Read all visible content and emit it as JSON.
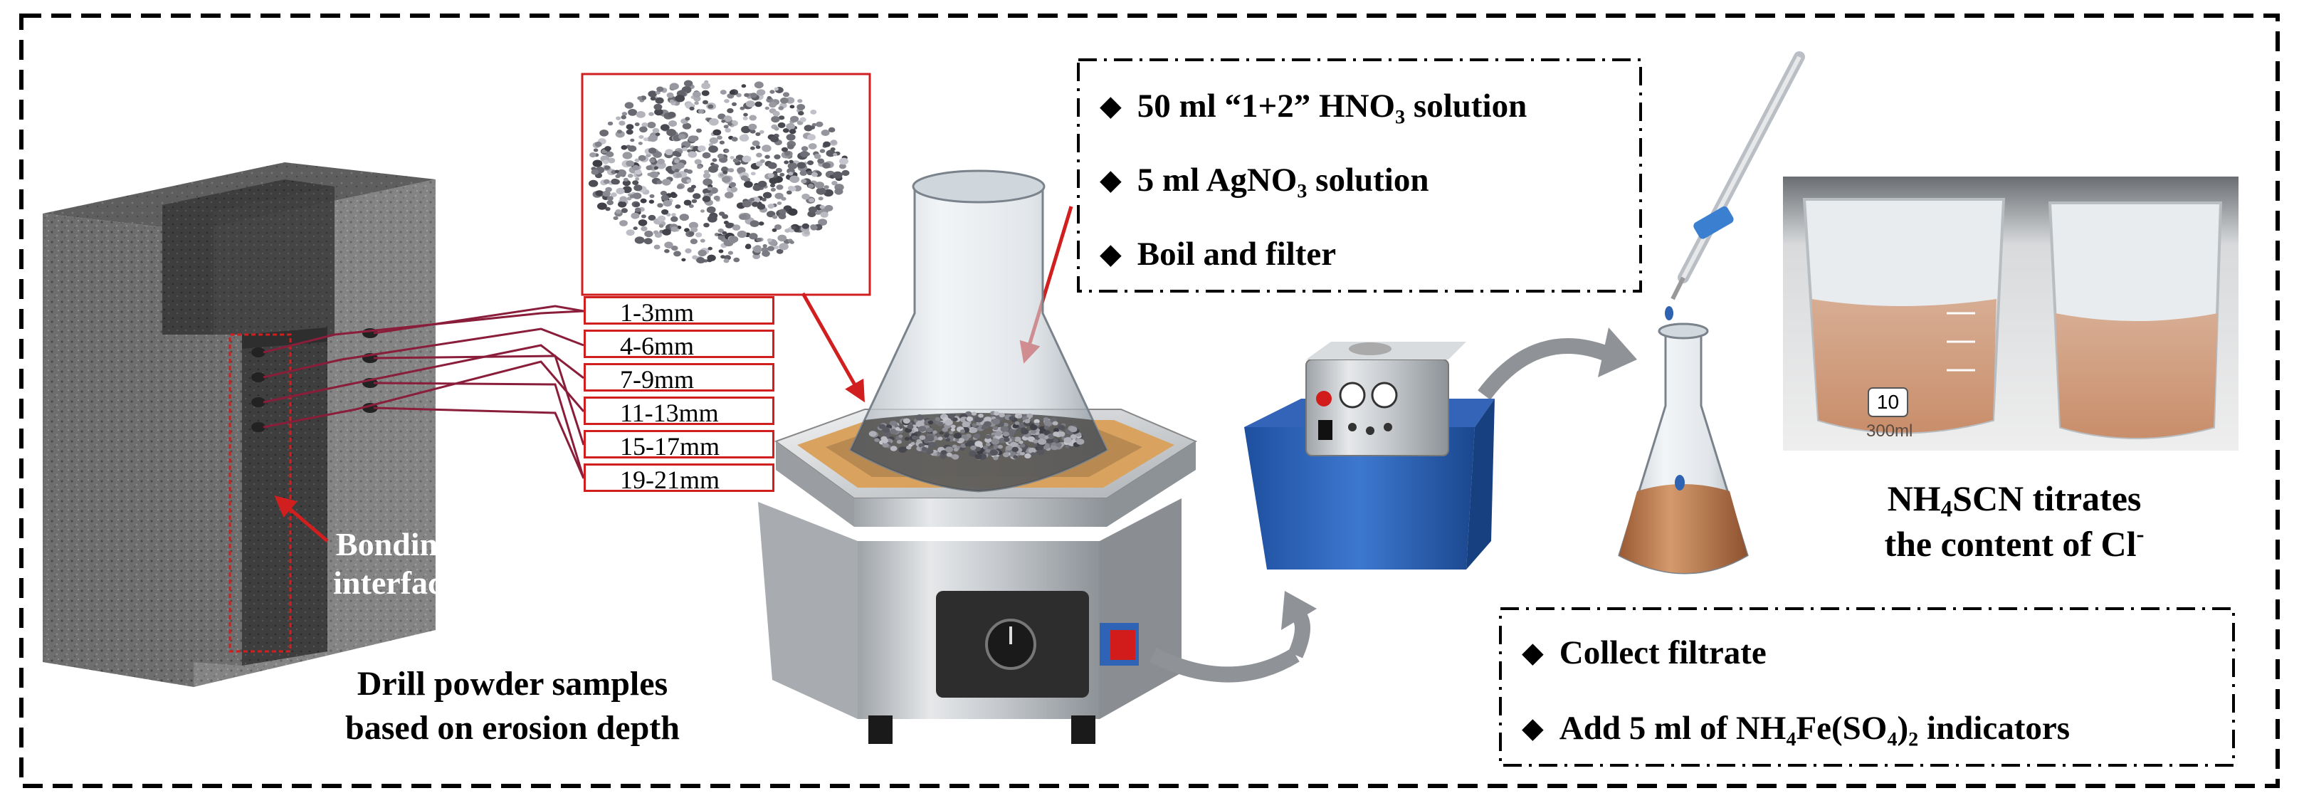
{
  "depth_ranges": [
    "1-3mm",
    "4-6mm",
    "7-9mm",
    "11-13mm",
    "15-17mm",
    "19-21mm"
  ],
  "captions": {
    "interface_line1": "Bonding",
    "interface_line2": "interface",
    "sampling_line1": "Drill powder samples",
    "sampling_line2": "based on erosion depth",
    "titration_line1_suffix": "SCN titrates",
    "titration_line2": "the content of Cl"
  },
  "reagent_steps": {
    "step1": "50 ml “1+2” HNO₃ solution",
    "step2": "5 ml AgNO₃ solution",
    "step3": "Boil and filter"
  },
  "filtrate_steps": {
    "step1": "Collect filtrate",
    "step2": "Add 5 ml of NH₄Fe(SO₄)₂ indicators"
  },
  "beaker_marks": {
    "mark_10": "10",
    "mark_300": "300ml"
  },
  "colors": {
    "annotation_red": "#d11f1f",
    "leader_maroon": "#8a1d3a",
    "solution_orange": "#c98a5a",
    "pump_blue": "#2f63b8",
    "arrow_gray": "#8f9398"
  }
}
